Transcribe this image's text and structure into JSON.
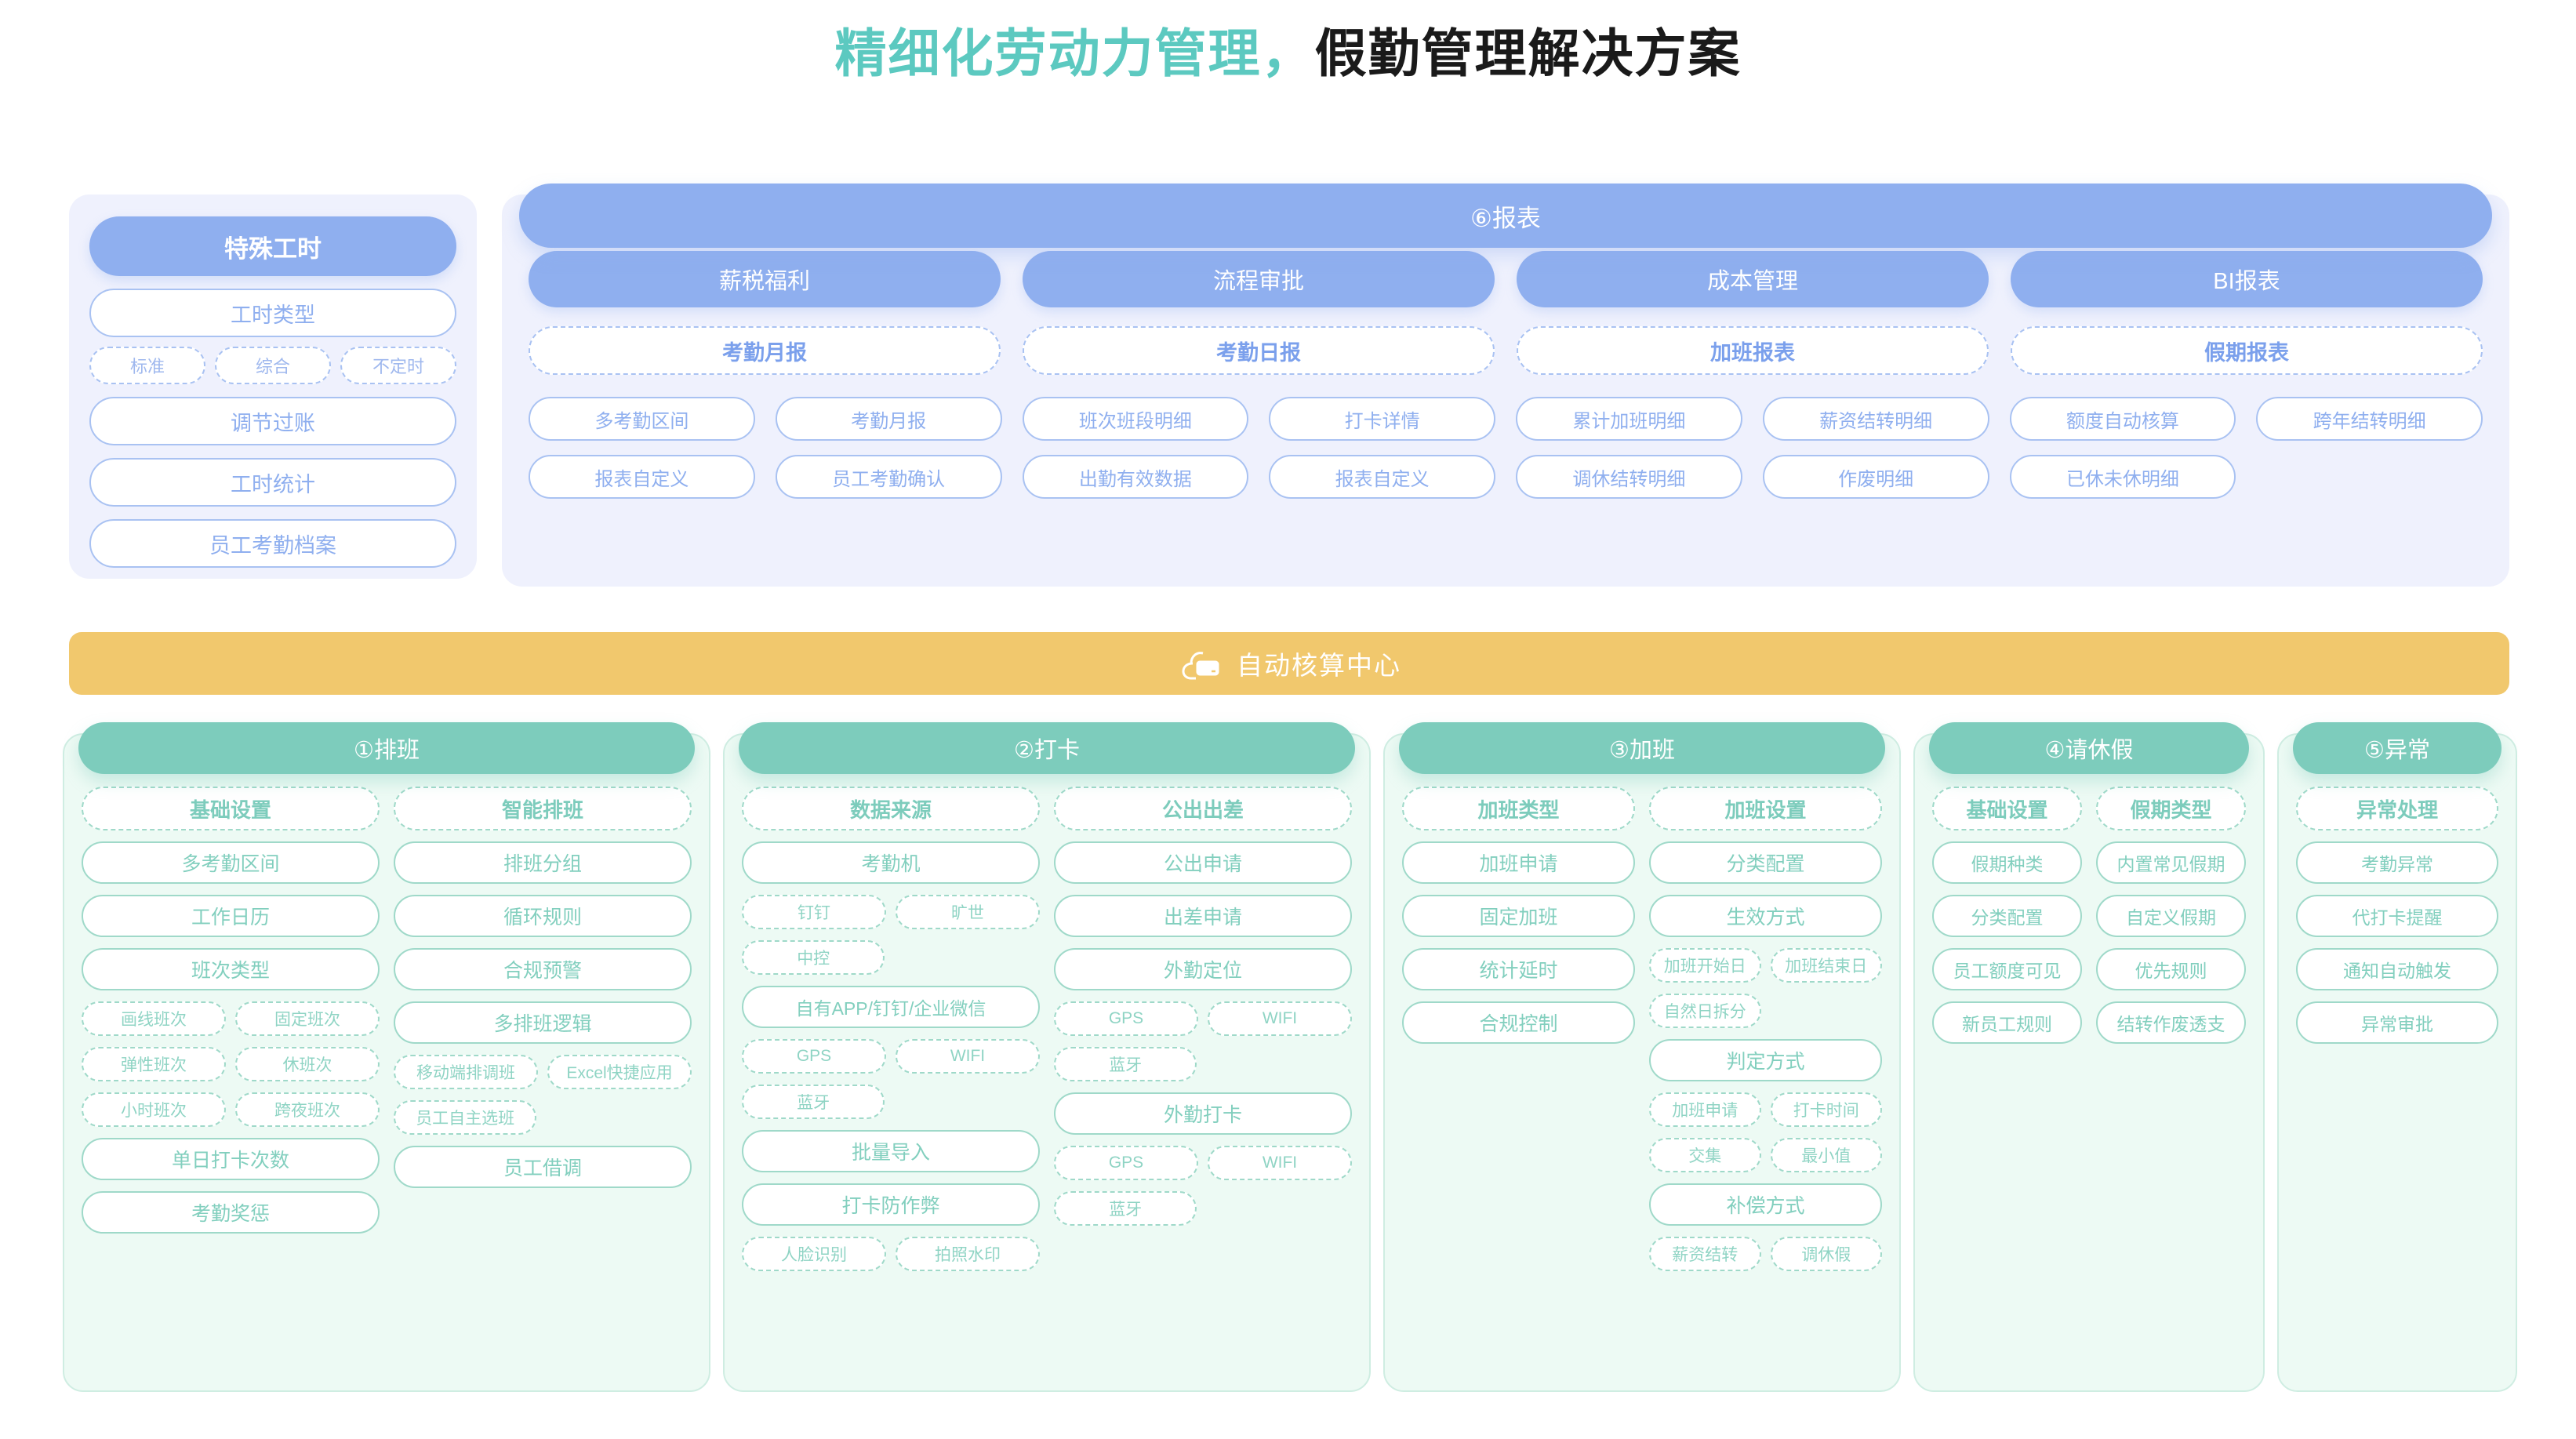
{
  "title": {
    "part1": "精细化劳动力管理，",
    "part2": "假勤管理解决方案"
  },
  "colors": {
    "blue": "#8FAFEF",
    "green": "#7DCCBC",
    "orange": "#F1C86D",
    "title_teal": "#5CC9C0",
    "panel_blue_bg": "#EFF1FD",
    "panel_green_bg": "#EDFAF4"
  },
  "special_hours": {
    "header": "特殊工时",
    "item1": "工时类型",
    "tags": [
      "标准",
      "综合",
      "不定时"
    ],
    "item2": "调节过账",
    "item3": "工时统计",
    "item4": "员工考勤档案"
  },
  "report": {
    "header": "⑥报表",
    "columns": [
      {
        "head": "薪税福利",
        "sub": "考勤月报"
      },
      {
        "head": "流程审批",
        "sub": "考勤日报"
      },
      {
        "head": "成本管理",
        "sub": "加班报表"
      },
      {
        "head": "BI报表",
        "sub": "假期报表"
      }
    ],
    "item_columns": [
      {
        "r1": "多考勤区间",
        "r2": "报表自定义"
      },
      {
        "r1": "考勤月报",
        "r2": "员工考勤确认"
      },
      {
        "r1": "班次班段明细",
        "r2": "出勤有效数据"
      },
      {
        "r1": "打卡详情",
        "r2": "报表自定义"
      },
      {
        "r1": "累计加班明细",
        "r2": "调休结转明细"
      },
      {
        "r1": "薪资结转明细",
        "r2": "作废明细"
      },
      {
        "r1": "额度自动核算",
        "r2": "已休未休明细"
      },
      {
        "r1": "跨年结转明细",
        "r2": ""
      }
    ]
  },
  "auto_center": {
    "label": "自动核算中心",
    "icon": "cloud-server-icon"
  },
  "sections": [
    {
      "header": "①排班",
      "left": {
        "sub": "基础设置",
        "p1": "多考勤区间",
        "p2": "工作日历",
        "p3": "班次类型",
        "tags1": [
          "画线班次",
          "固定班次"
        ],
        "tags2": [
          "弹性班次",
          "休班次"
        ],
        "tags3": [
          "小时班次",
          "跨夜班次"
        ],
        "p4": "单日打卡次数",
        "p5": "考勤奖惩"
      },
      "right": {
        "sub": "智能排班",
        "p1": "排班分组",
        "p2": "循环规则",
        "p3": "合规预警",
        "p4": "多排班逻辑",
        "tags1": [
          "移动端排调班",
          "Excel快捷应用"
        ],
        "tags2": [
          "员工自主选班"
        ],
        "p5": "员工借调"
      }
    },
    {
      "header": "②打卡",
      "left": {
        "sub": "数据来源",
        "p1": "考勤机",
        "tags1": [
          "钉钉",
          "旷世"
        ],
        "tags2": [
          "中控"
        ],
        "p2": "自有APP/钉钉/企业微信",
        "tags3": [
          "GPS",
          "WIFI"
        ],
        "tags4": [
          "蓝牙"
        ],
        "p3": "批量导入",
        "p4": "打卡防作弊",
        "tags5": [
          "人脸识别",
          "拍照水印"
        ]
      },
      "right": {
        "sub": "公出出差",
        "p1": "公出申请",
        "p2": "出差申请",
        "p3": "外勤定位",
        "tags1": [
          "GPS",
          "WIFI"
        ],
        "tags2": [
          "蓝牙"
        ],
        "p4": "外勤打卡",
        "tags3": [
          "GPS",
          "WIFI"
        ],
        "tags4": [
          "蓝牙"
        ]
      }
    },
    {
      "header": "③加班",
      "left": {
        "sub": "加班类型",
        "p1": "加班申请",
        "p2": "固定加班",
        "p3": "统计延时",
        "p4": "合规控制"
      },
      "right": {
        "sub": "加班设置",
        "p1": "分类配置",
        "p2": "生效方式",
        "tags1": [
          "加班开始日",
          "加班结束日"
        ],
        "tags2": [
          "自然日拆分"
        ],
        "p3": "判定方式",
        "tags3": [
          "加班申请",
          "打卡时间"
        ],
        "tags4": [
          "交集",
          "最小值"
        ],
        "p4": "补偿方式",
        "tags5": [
          "薪资结转",
          "调休假"
        ]
      }
    },
    {
      "header": "④请休假",
      "left": {
        "sub": "基础设置",
        "p1": "假期种类",
        "p2": "分类配置",
        "p3": "员工额度可见",
        "p4": "新员工规则"
      },
      "right": {
        "sub": "假期类型",
        "p1": "内置常见假期",
        "p2": "自定义假期",
        "p3": "优先规则",
        "p4": "结转作废透支"
      }
    },
    {
      "header": "⑤异常",
      "left": {
        "sub": "异常处理",
        "p1": "考勤异常",
        "p2": "代打卡提醒",
        "p3": "通知自动触发",
        "p4": "异常审批"
      }
    }
  ]
}
